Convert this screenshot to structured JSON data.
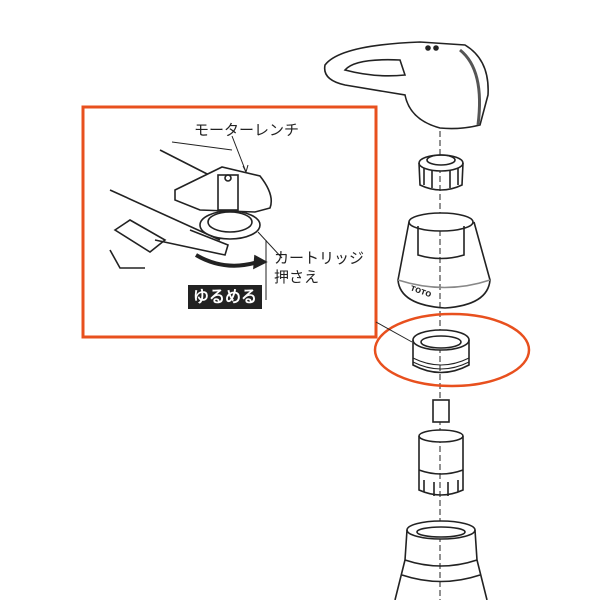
{
  "labels": {
    "wrench": "モーターレンチ",
    "cartridge_holder_line1": "カートリッジ",
    "cartridge_holder_line2": "押さえ",
    "loosen": "ゆるめる"
  },
  "logo": "TOTO",
  "colors": {
    "highlight": "#e8501e",
    "line": "#222222"
  }
}
